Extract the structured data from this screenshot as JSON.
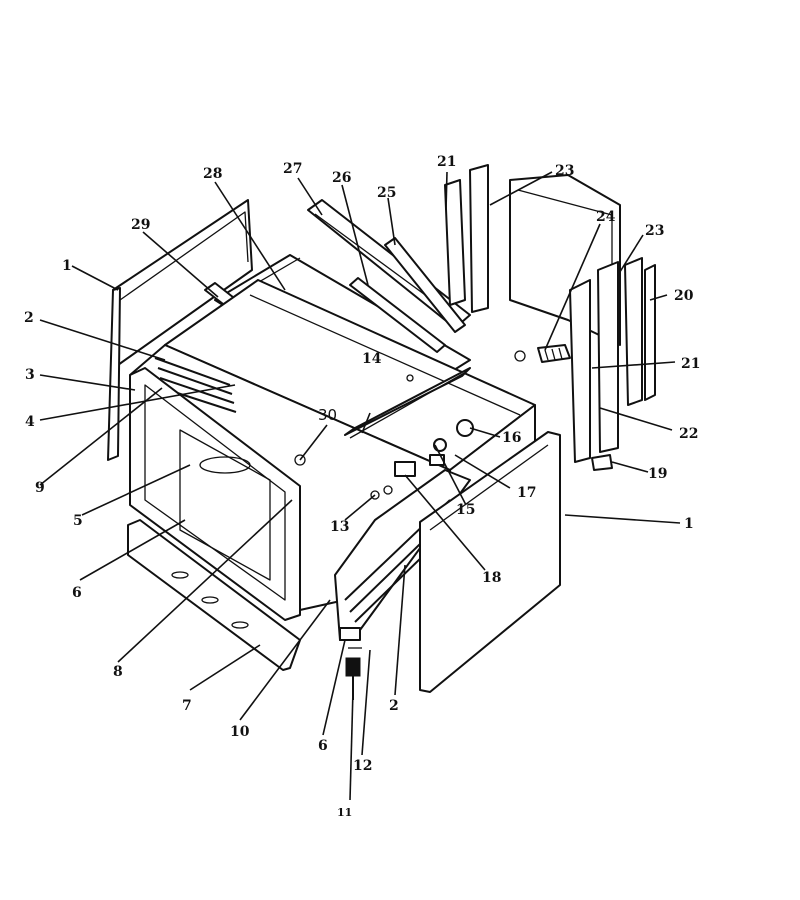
{
  "diagram": {
    "callouts": [
      {
        "id": "c1a",
        "text": "1"
      },
      {
        "id": "c1b",
        "text": "1"
      },
      {
        "id": "c2a",
        "text": "2"
      },
      {
        "id": "c2b",
        "text": "2"
      },
      {
        "id": "c3",
        "text": "3"
      },
      {
        "id": "c4",
        "text": "4"
      },
      {
        "id": "c5",
        "text": "5"
      },
      {
        "id": "c6a",
        "text": "6"
      },
      {
        "id": "c6b",
        "text": "6"
      },
      {
        "id": "c7",
        "text": "7"
      },
      {
        "id": "c8",
        "text": "8"
      },
      {
        "id": "c9",
        "text": "9"
      },
      {
        "id": "c10",
        "text": "10"
      },
      {
        "id": "c11",
        "text": "11"
      },
      {
        "id": "c12",
        "text": "12"
      },
      {
        "id": "c13",
        "text": "13"
      },
      {
        "id": "c14",
        "text": "14"
      },
      {
        "id": "c15",
        "text": "15"
      },
      {
        "id": "c16",
        "text": "16"
      },
      {
        "id": "c17",
        "text": "17"
      },
      {
        "id": "c18",
        "text": "18"
      },
      {
        "id": "c19",
        "text": "19"
      },
      {
        "id": "c20",
        "text": "20"
      },
      {
        "id": "c21a",
        "text": "21"
      },
      {
        "id": "c21b",
        "text": "21"
      },
      {
        "id": "c22",
        "text": "22"
      },
      {
        "id": "c23a",
        "text": "23"
      },
      {
        "id": "c23b",
        "text": "23"
      },
      {
        "id": "c24",
        "text": "24"
      },
      {
        "id": "c25",
        "text": "25"
      },
      {
        "id": "c26",
        "text": "26"
      },
      {
        "id": "c27",
        "text": "27"
      },
      {
        "id": "c28",
        "text": "28"
      },
      {
        "id": "c29",
        "text": "29"
      },
      {
        "id": "c30",
        "text": "30"
      }
    ]
  }
}
